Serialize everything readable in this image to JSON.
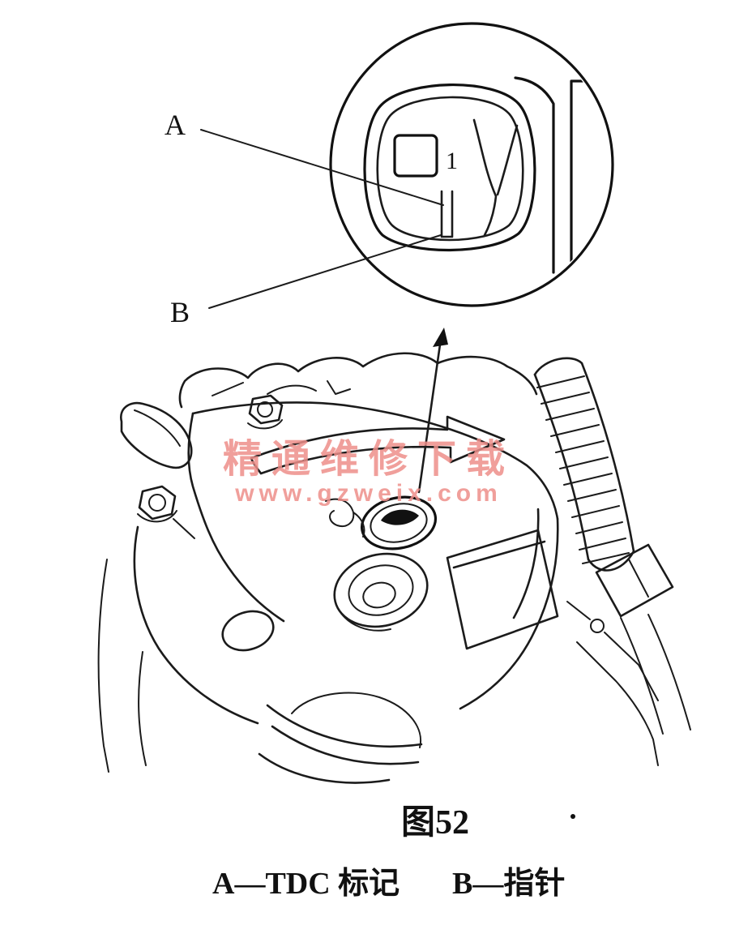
{
  "callout": {
    "label_a": "A",
    "label_b": "B",
    "mark_number": "1"
  },
  "watermark": {
    "line1": "精通维修下载",
    "line2": "www.gzweix.com"
  },
  "caption": {
    "figure_label": "图52",
    "legend_a": "A—TDC 标记",
    "legend_b": "B—指针"
  },
  "colors": {
    "line": "#1b1b1b",
    "watermark": "#ee8f8a",
    "background": "#ffffff"
  }
}
